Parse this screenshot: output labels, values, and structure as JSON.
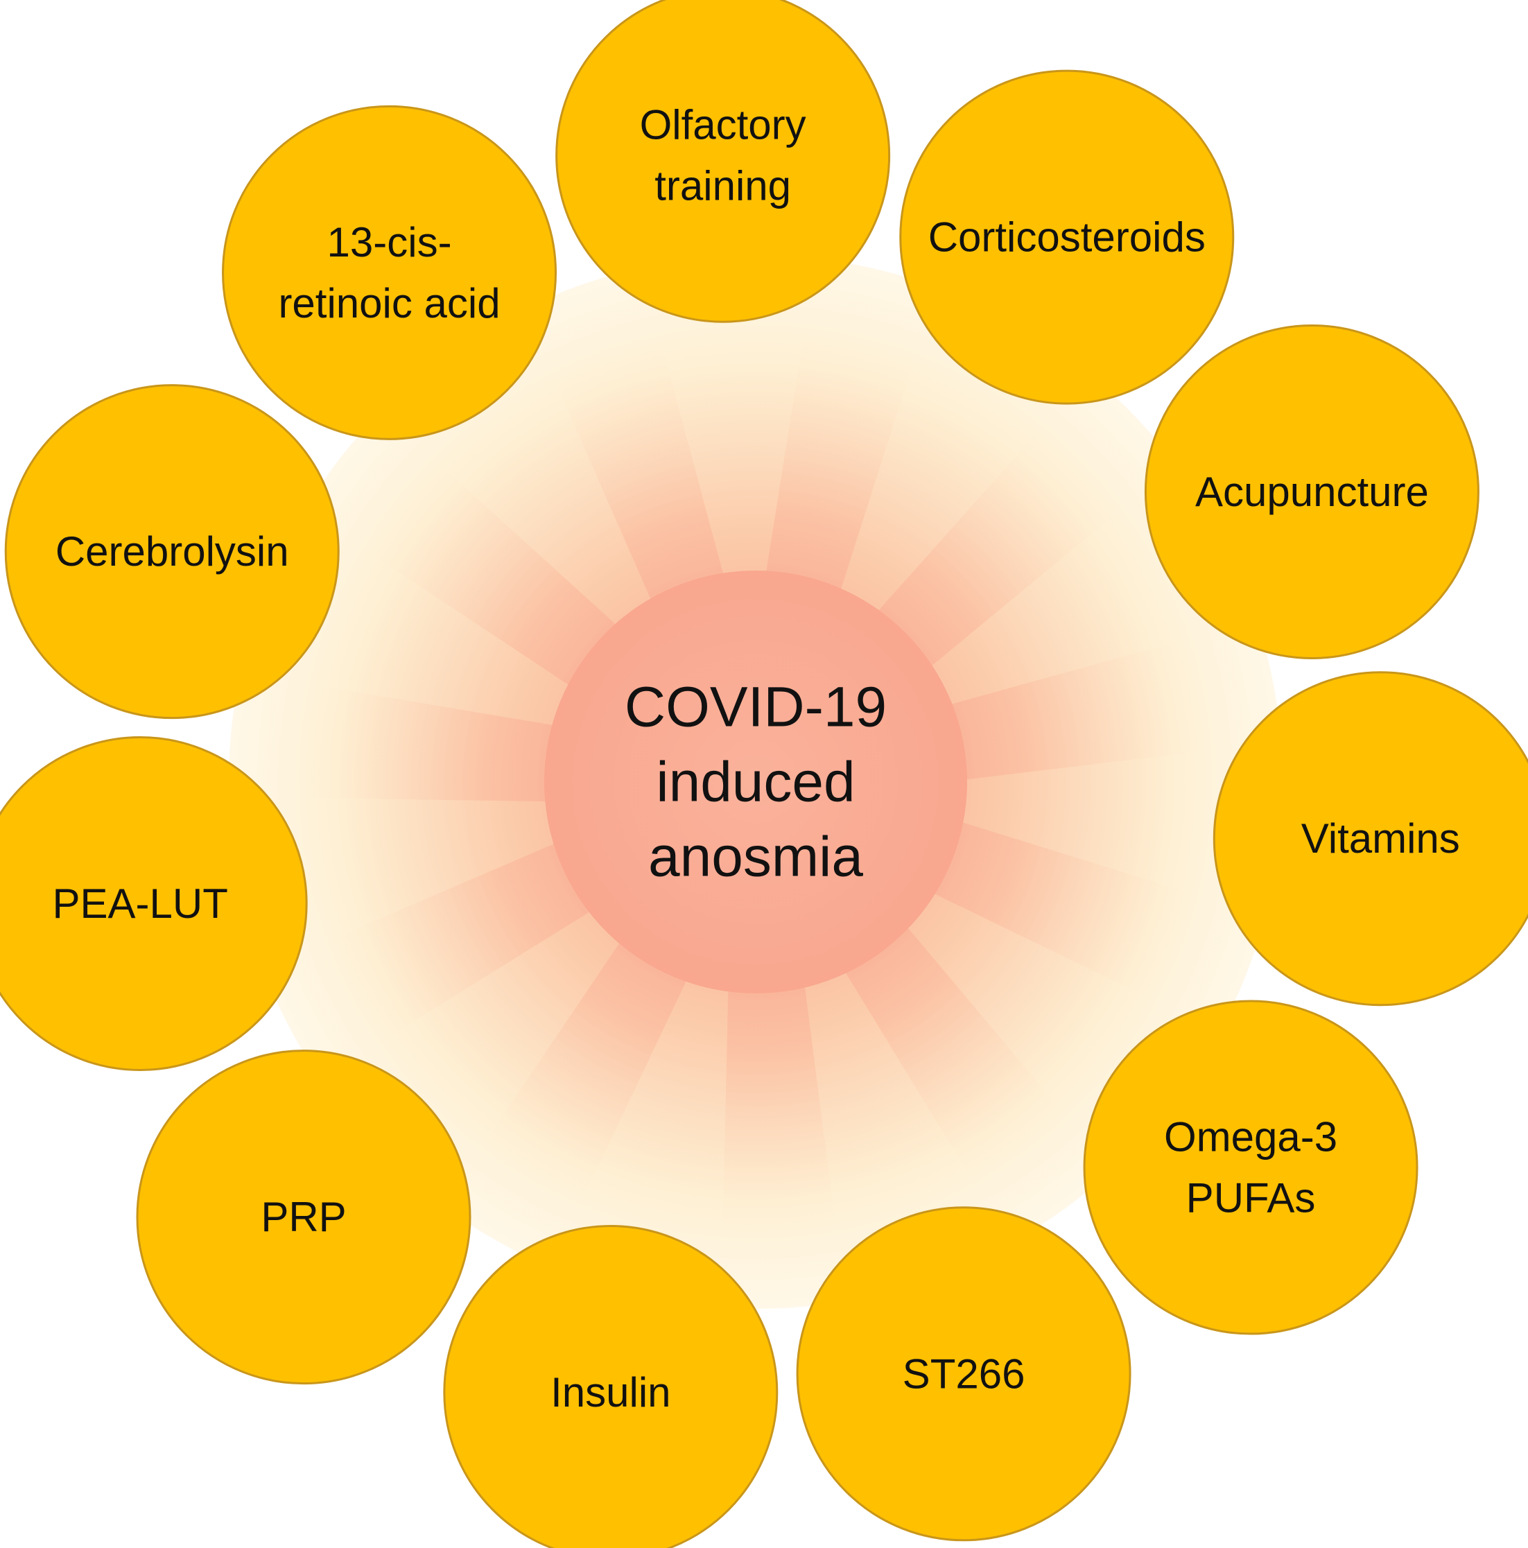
{
  "center": {
    "lines": [
      "COVID-19",
      "induced",
      "anosmia"
    ]
  },
  "treatments": [
    {
      "lines": [
        "Olfactory",
        "training"
      ]
    },
    {
      "lines": [
        "Corticosteroids"
      ]
    },
    {
      "lines": [
        "Acupuncture"
      ]
    },
    {
      "lines": [
        "Vitamins"
      ]
    },
    {
      "lines": [
        "Omega-3",
        "PUFAs"
      ]
    },
    {
      "lines": [
        "ST266"
      ]
    },
    {
      "lines": [
        "Insulin"
      ]
    },
    {
      "lines": [
        "PRP"
      ]
    },
    {
      "lines": [
        "PEA-LUT"
      ]
    },
    {
      "lines": [
        "Cerebrolysin"
      ]
    },
    {
      "lines": [
        "13-cis-",
        "retinoic acid"
      ]
    }
  ],
  "colors": {
    "node_fill": "#FFC000",
    "node_stroke": "#C9961A",
    "center_fill": "#F9AC96",
    "glow_inner": "#F8A08A",
    "glow_outer": "#FEF3D6",
    "ray_color": "#F9A58E",
    "text": "#111111"
  }
}
